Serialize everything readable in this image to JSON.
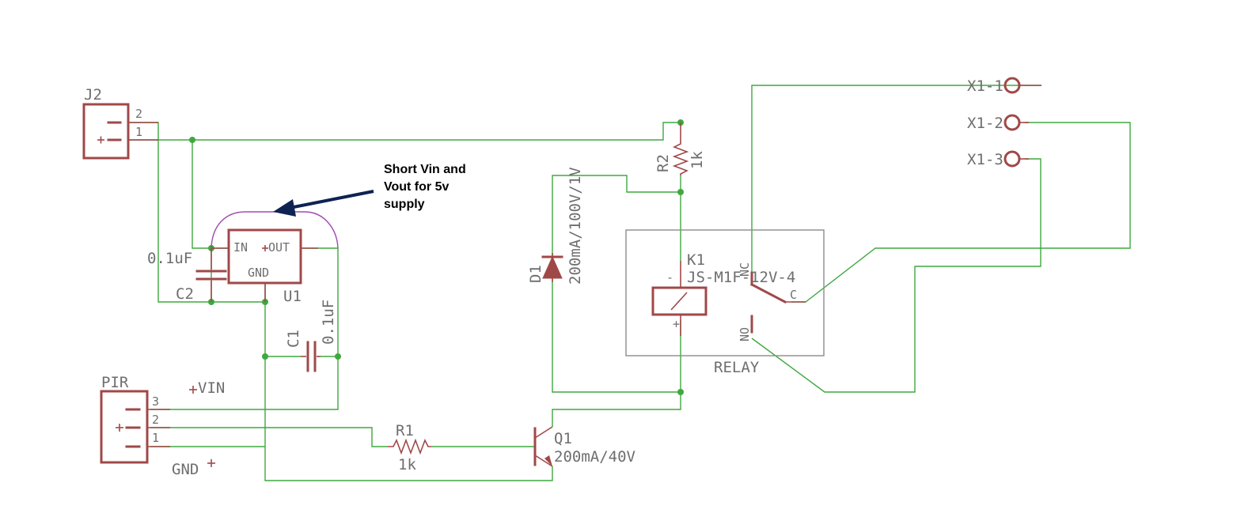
{
  "note": {
    "lines": [
      "Short Vin and",
      "Vout for 5v",
      "supply"
    ]
  },
  "connectors": {
    "j2": {
      "name": "J2",
      "pin2": "2",
      "pin1": "1"
    },
    "pir": {
      "name": "PIR",
      "pin3": "3",
      "pin2": "2",
      "pin1": "1"
    },
    "x1": {
      "pin1": "X1-1",
      "pin2": "X1-2",
      "pin3": "X1-3"
    }
  },
  "regulator": {
    "name": "U1",
    "in": "IN",
    "out": "OUT",
    "gnd": "GND"
  },
  "capacitors": {
    "c2": {
      "name": "C2",
      "value": "0.1uF"
    },
    "c1": {
      "name": "C1",
      "value": "0.1uF"
    }
  },
  "resistors": {
    "r1": {
      "name": "R1",
      "value": "1k"
    },
    "r2": {
      "name": "R2",
      "value": "1k"
    }
  },
  "diode": {
    "name": "D1",
    "value": "200mA/100V/1V"
  },
  "transistor": {
    "name": "Q1",
    "value": "200mA/40V"
  },
  "relay": {
    "name": "K1",
    "part": "JS-M1F-12V-4",
    "frame_label": "RELAY",
    "nc": "NC",
    "no": "NO",
    "c": "C",
    "coil_minus": "-",
    "coil_plus": "+"
  },
  "supply": {
    "vin": "VIN",
    "gnd": "GND"
  },
  "colors": {
    "wire": "#3fa83f",
    "part": "#a04848",
    "frame": "#8c8c8c",
    "jumper": "#a04ab0",
    "arrow": "#0e2352",
    "label": "#6e6e6e"
  }
}
